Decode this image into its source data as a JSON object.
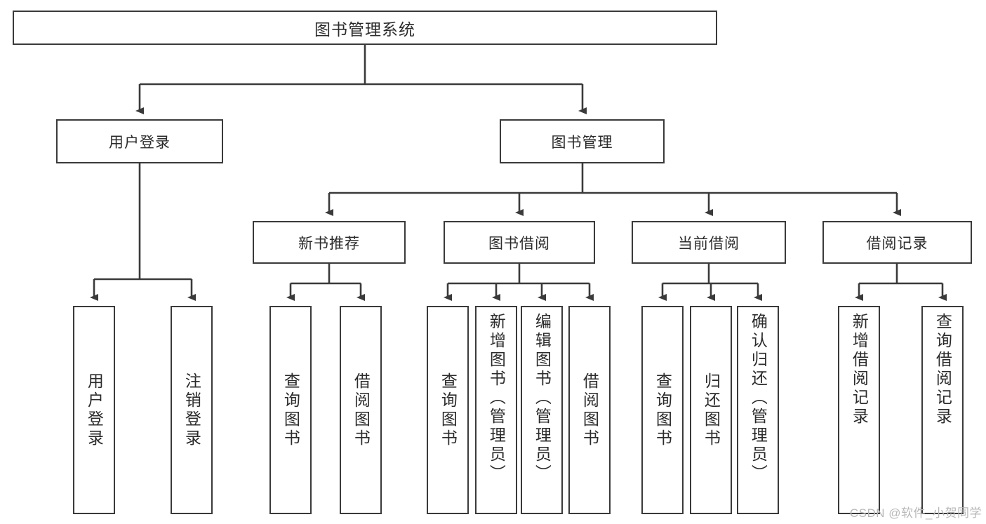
{
  "diagram": {
    "title_node": {
      "label": "图书管理系统"
    },
    "level2": [
      {
        "label": "用户登录"
      },
      {
        "label": "图书管理"
      }
    ],
    "level3": [
      {
        "label": "新书推荐"
      },
      {
        "label": "图书借阅"
      },
      {
        "label": "当前借阅"
      },
      {
        "label": "借阅记录"
      }
    ],
    "leaves": {
      "user_login": [
        {
          "label": "用户登录"
        },
        {
          "label": "注销登录"
        }
      ],
      "new_book_recommend": [
        {
          "label": "查询图书"
        },
        {
          "label": "借阅图书"
        }
      ],
      "book_borrow": [
        {
          "label": "查询图书"
        },
        {
          "label": "新增图书（管理员）"
        },
        {
          "label": "编辑图书（管理员）"
        },
        {
          "label": "借阅图书"
        }
      ],
      "current_borrow": [
        {
          "label": "查询图书"
        },
        {
          "label": "归还图书"
        },
        {
          "label": "确认归还（管理员）"
        }
      ],
      "borrow_record": [
        {
          "label": "新增借阅记录"
        },
        {
          "label": "查询借阅记录"
        }
      ]
    }
  },
  "watermark": {
    "text": "CSDN @软件_小贺同学"
  },
  "colors": {
    "border": "#3a3a3a",
    "text": "#2b2b2b",
    "background": "#ffffff",
    "watermark": "#b8b8b8"
  }
}
